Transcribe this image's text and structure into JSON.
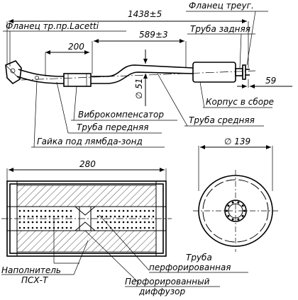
{
  "dimensions": {
    "total_length": "1438±5",
    "segment_200": "200",
    "segment_589": "589±3",
    "diameter_51": "∅ 51",
    "offset_59": "59",
    "housing_length": "280",
    "housing_diameter": "∅ 139"
  },
  "labels": {
    "flange_triangular": "Фланец треуг.",
    "flange_lacetti": "Фланец тр.пр.Lacetti",
    "pipe_rear": "Труба задняя",
    "housing_assembly": "Корпус в сборе",
    "vibro_compensator": "Виброкомпенсатор",
    "pipe_front": "Труба передняя",
    "pipe_middle": "Труба средняя",
    "lambda_nut": "Гайка под лямбда-зонд",
    "filler_line1": "Наполнитель",
    "filler_line2": "ПСХ-Т",
    "perforated_pipe_line1": "Труба",
    "perforated_pipe_line2": "перфорированная",
    "perforated_diffuser_line1": "Перфорированный",
    "perforated_diffuser_line2": "диффузор"
  }
}
